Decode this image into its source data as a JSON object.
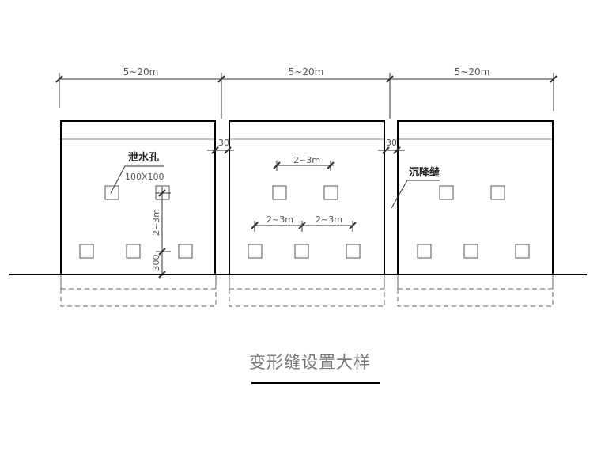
{
  "dims": {
    "span_1": "5~20m",
    "span_2": "5~20m",
    "span_3": "5~20m",
    "joint_1": "30",
    "joint_2": "30",
    "hole_spacing_v": "2~3m",
    "bottom_offset": "300",
    "hole_spacing_top": "2~3m",
    "hole_spacing_bottom_1": "2~3m",
    "hole_spacing_bottom_2": "2~3m"
  },
  "notes": {
    "weep_hole": "泄水孔",
    "weep_hole_size": "100X100",
    "settlement_joint": "沉降缝"
  },
  "title": "变形缝设置大样"
}
